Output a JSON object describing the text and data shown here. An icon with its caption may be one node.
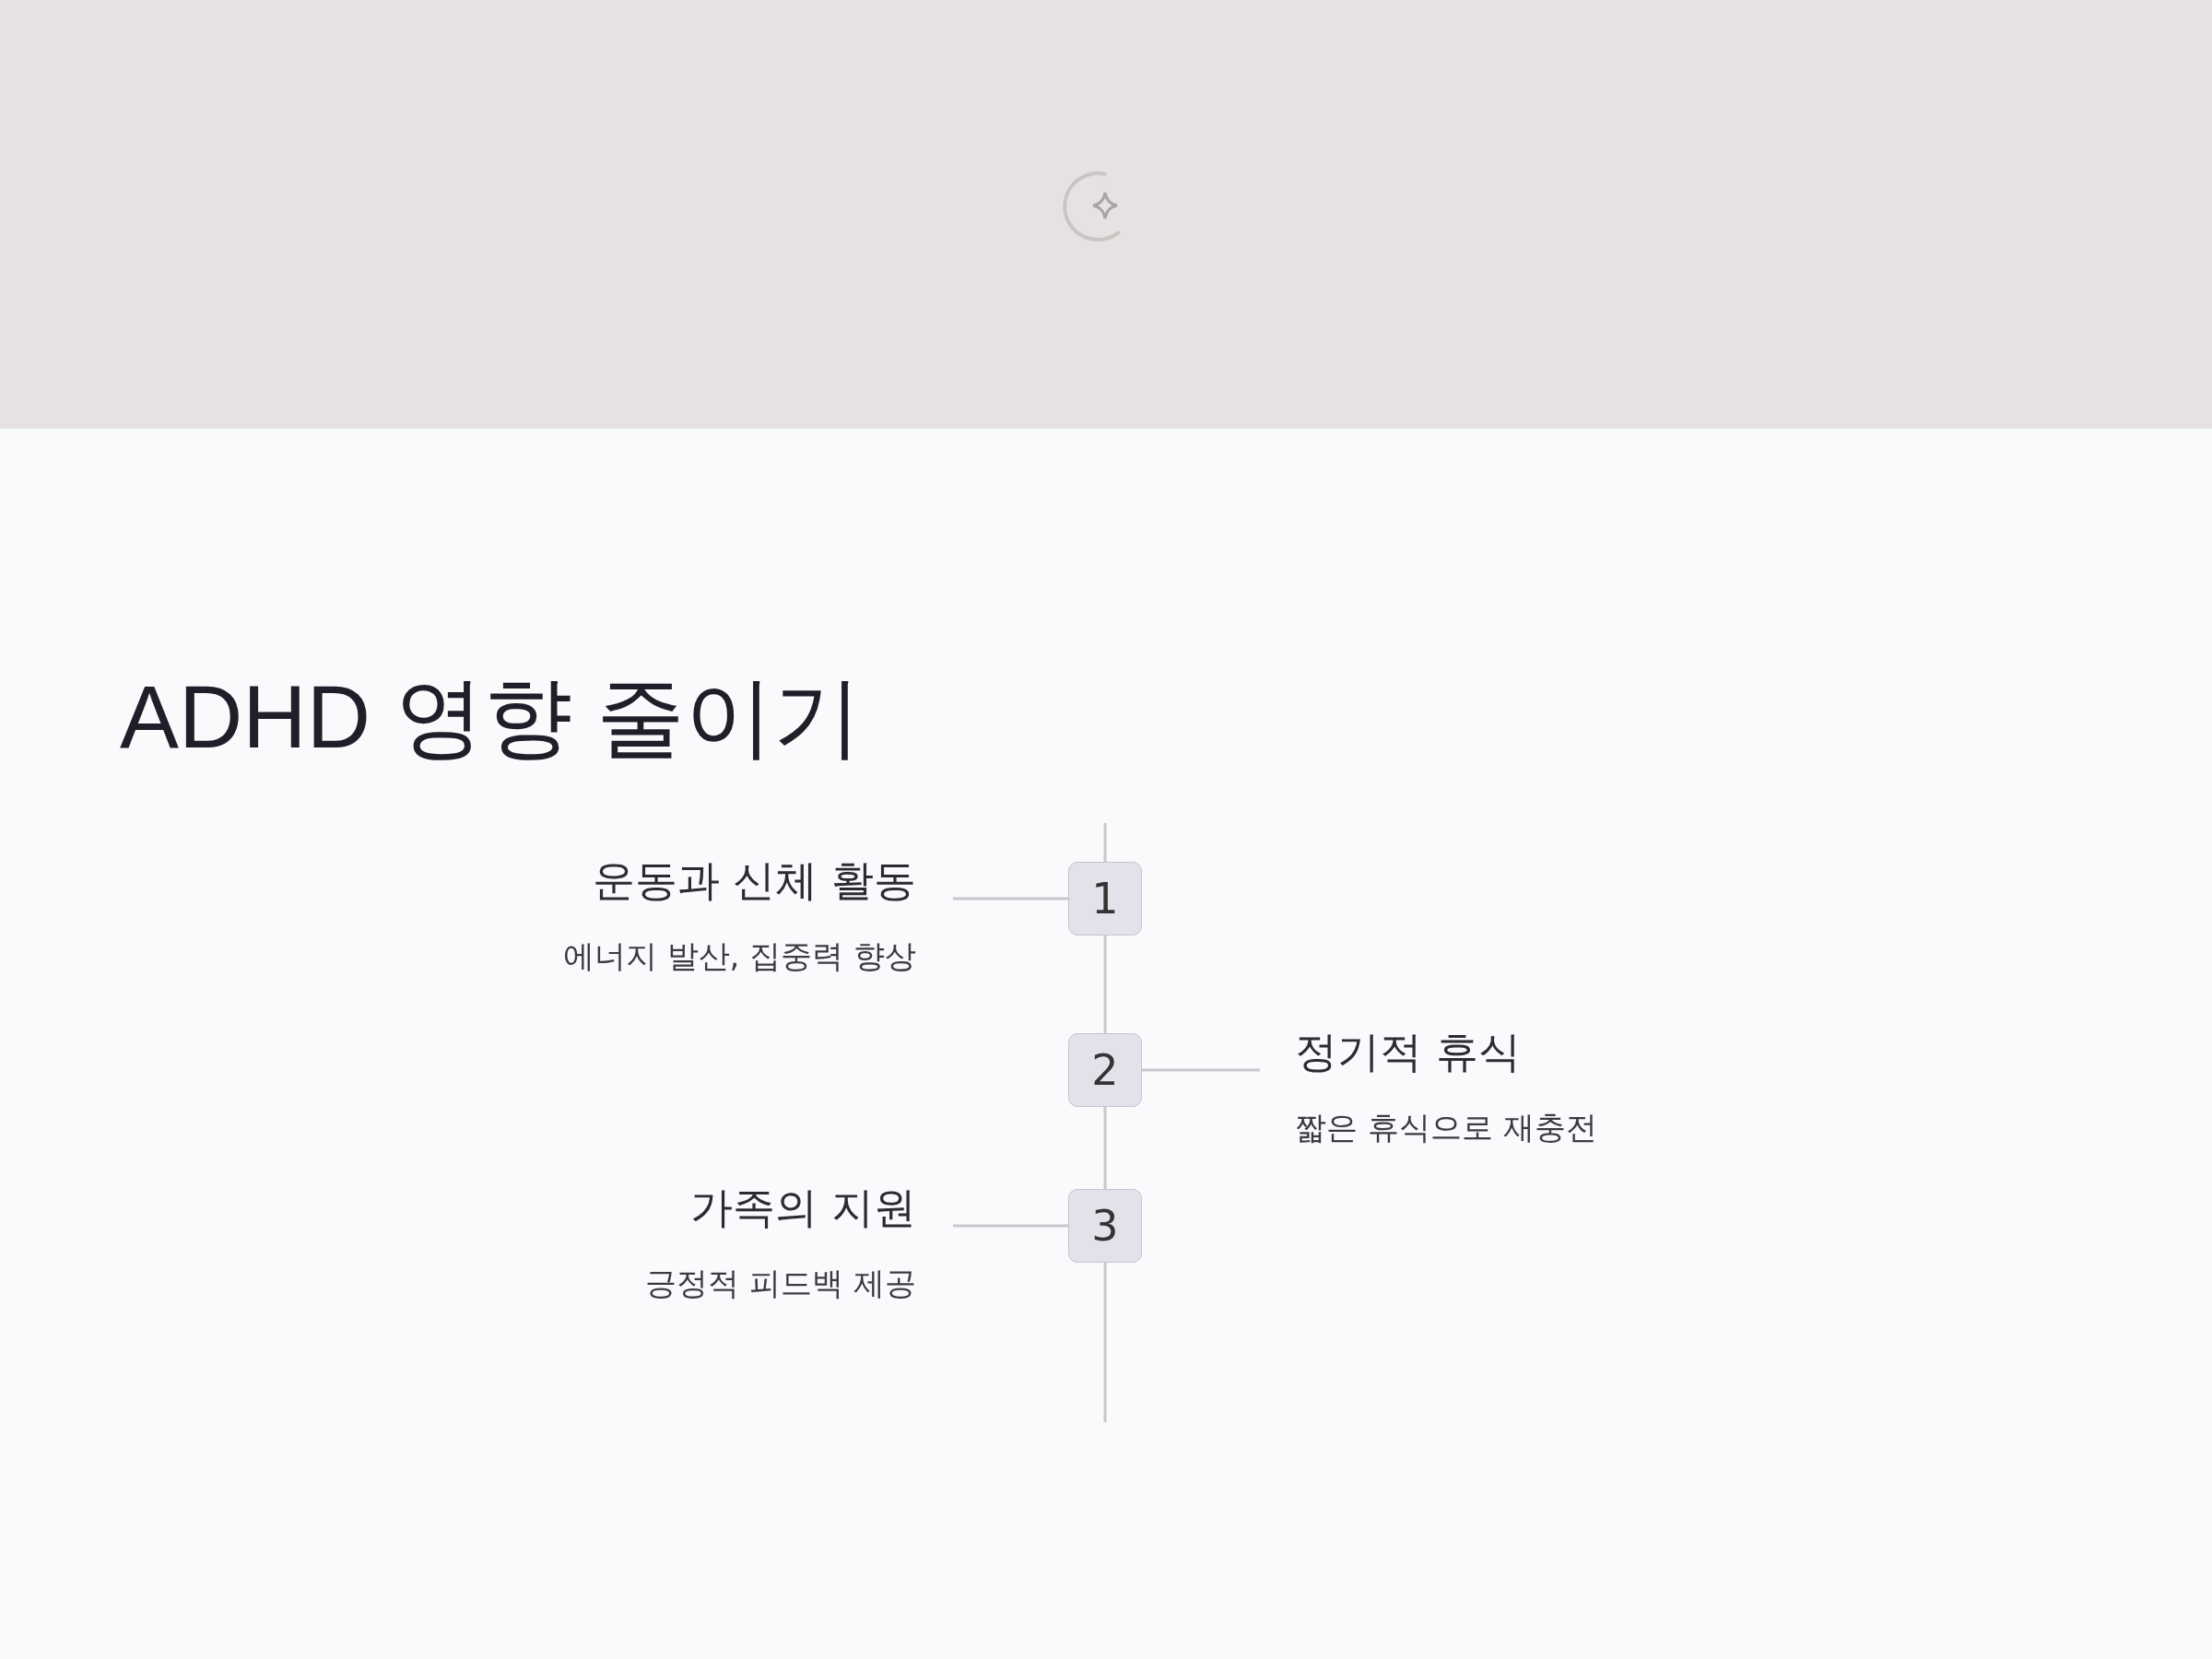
{
  "diagram": {
    "title": "ADHD 영향 줄이기",
    "nodes": [
      {
        "text": [
          "1"
        ]
      },
      {
        "text": [
          "운동과 신체 활동",
          "에너지 발산, 집중력 향상"
        ]
      },
      {
        "text": [
          "2"
        ]
      },
      {
        "text": [
          "정기적 휴식",
          "짧은 휴식으로 재충전"
        ]
      },
      {
        "text": [
          "3"
        ]
      },
      {
        "text": [
          "가족의 지원",
          "긍정적 피드백 제공"
        ]
      }
    ],
    "edges": [
      {
        "from": 1,
        "to": 0,
        "arrow": "none"
      },
      {
        "from": 0,
        "to": 2,
        "arrow": "none"
      },
      {
        "from": 2,
        "to": 3,
        "arrow": "none"
      },
      {
        "from": 2,
        "to": 4,
        "arrow": "none"
      },
      {
        "from": 5,
        "to": 4,
        "arrow": "none"
      }
    ]
  }
}
